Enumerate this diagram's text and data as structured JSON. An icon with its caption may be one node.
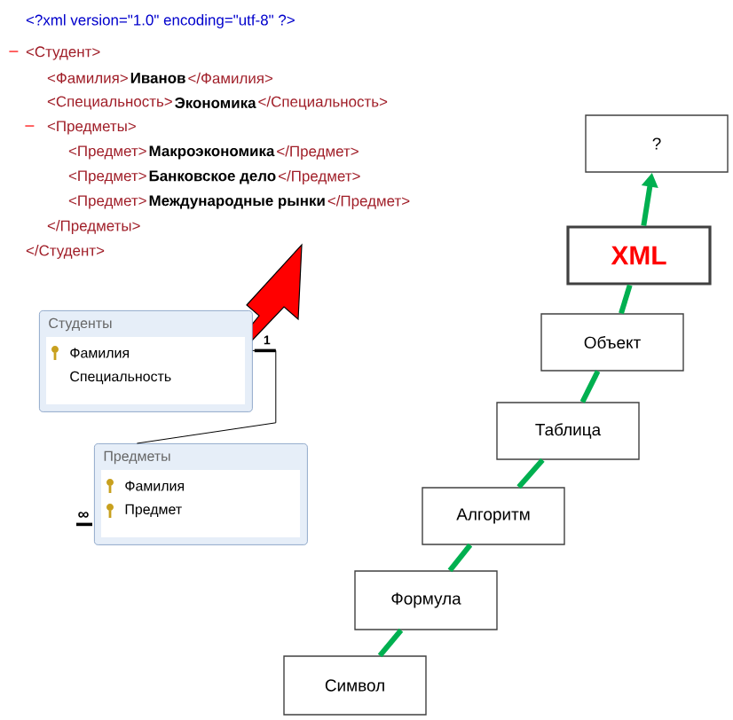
{
  "diagram": {
    "nodes": [
      {
        "text": [
          "Студенты",
          "Фамилия",
          "Специальность"
        ]
      },
      {
        "text": [
          "Предметы",
          "Фамилия",
          "Предмет"
        ]
      },
      {
        "text": [
          "Символ"
        ]
      },
      {
        "text": [
          "Формула"
        ]
      },
      {
        "text": [
          "Алгоритм"
        ]
      },
      {
        "text": [
          "Таблица"
        ]
      },
      {
        "text": [
          "Объект"
        ]
      },
      {
        "text": [
          "XML"
        ]
      },
      {
        "text": [
          "?"
        ]
      }
    ],
    "edges": [
      {
        "from": 0,
        "to": 1,
        "arrow": "none",
        "color": "#000000"
      },
      {
        "from": 2,
        "to": 3,
        "arrow": "none"
      },
      {
        "from": 3,
        "to": 4,
        "arrow": "none"
      },
      {
        "from": 4,
        "to": 5,
        "arrow": "none"
      },
      {
        "from": 5,
        "to": 6,
        "arrow": "none"
      },
      {
        "from": 6,
        "to": 7,
        "arrow": "none"
      },
      {
        "from": 7,
        "to": 8,
        "arrow": "to"
      }
    ],
    "labels": [
      "<?xml version=\"1.0\" encoding=\"utf-8\" ?>",
      "–",
      "<Студент>",
      "<Фамилия>",
      "Иванов",
      "</Фамилия>",
      "<Специальность>",
      "Экономика",
      "</Специальность>",
      "–",
      "<Предметы>",
      "<Предмет>",
      "Макроэкономика",
      "</Предмет>",
      "<Предмет>",
      "Банковское дело",
      "</Предмет>",
      "<Предмет>",
      "Международные рынки",
      "</Предмет>",
      "</Предметы>",
      "</Студент>",
      "1",
      "∞"
    ]
  }
}
